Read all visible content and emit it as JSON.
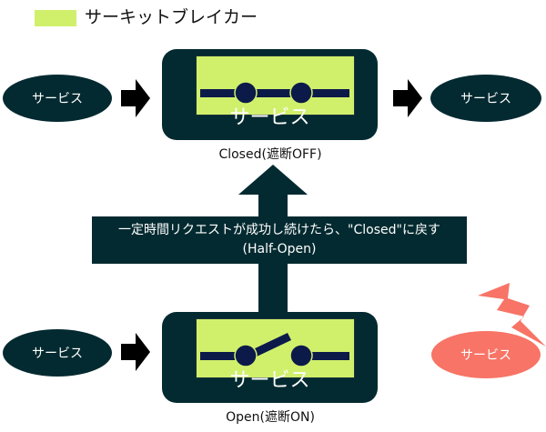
{
  "legend": {
    "label": "サーキットブレイカー",
    "color": "#d0f06c"
  },
  "colors": {
    "node": "#032a30",
    "breaker": "#d0f06c",
    "switch": "#0c1a4a",
    "failed": "#f77466",
    "arrow": "#000000"
  },
  "closed_state": {
    "left_service": "サービス",
    "breaker_title": "サービス",
    "right_service": "サービス",
    "label": "Closed(遮断OFF)",
    "switch": "closed"
  },
  "transition": {
    "line1": "一定時間リクエストが成功し続けたら、\"Closed\"に戻す",
    "line2": "(Half-Open)"
  },
  "open_state": {
    "left_service": "サービス",
    "breaker_title": "サービス",
    "failed_service": "サービス",
    "label": "Open(遮断ON)",
    "switch": "open"
  }
}
